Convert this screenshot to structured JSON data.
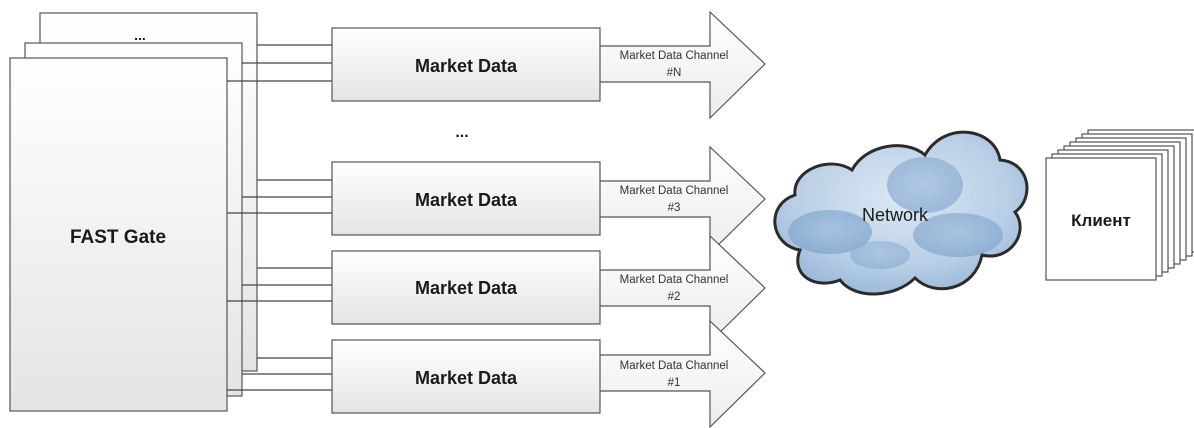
{
  "diagram": {
    "gate": {
      "label": "FAST Gate",
      "stack_ellipsis": "..."
    },
    "channels_ellipsis": "...",
    "channels": [
      {
        "box_label": "Market Data",
        "arrow_label_line1": "Market Data Channel",
        "arrow_label_line2": "#N"
      },
      {
        "box_label": "Market Data",
        "arrow_label_line1": "Market Data Channel",
        "arrow_label_line2": "#3"
      },
      {
        "box_label": "Market Data",
        "arrow_label_line1": "Market Data Channel",
        "arrow_label_line2": "#2"
      },
      {
        "box_label": "Market Data",
        "arrow_label_line1": "Market Data Channel",
        "arrow_label_line2": "#1"
      }
    ],
    "network": {
      "label": "Network"
    },
    "client": {
      "label": "Клиент"
    },
    "colors": {
      "box_fill_top": "#ffffff",
      "box_fill_bottom": "#e4e4e4",
      "stroke": "#555555",
      "cloud_fill": "#a9c4e0",
      "cloud_stroke": "#2b2b2b"
    }
  }
}
